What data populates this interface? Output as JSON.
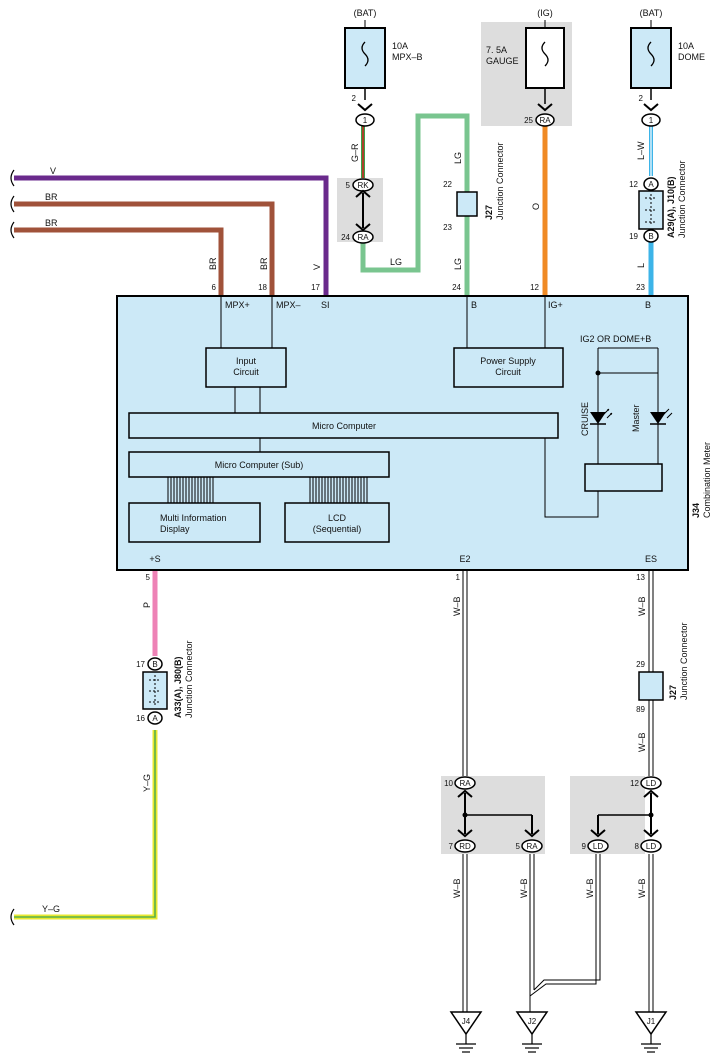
{
  "colors": {
    "v": "#6a2a8c",
    "br": "#a0523a",
    "lg": "#79c58f",
    "o": "#f08a24",
    "lw": "#3db4e8",
    "p": "#ee82b6",
    "yg_y": "#e8e830",
    "yg_g": "#5ab04a",
    "gr_g": "#3aa04a",
    "gr_r": "#d02020",
    "meter_fill": "#cce9f7",
    "shade": "#dddddd"
  },
  "fuses": [
    {
      "source": "(BAT)",
      "amp": "10A",
      "name": "MPX–B",
      "pin": "2"
    },
    {
      "source": "(IG)",
      "amp": "7. 5A",
      "name": "GAUGE",
      "pin": "25"
    },
    {
      "source": "(BAT)",
      "amp": "10A",
      "name": "DOME",
      "pin": "2"
    }
  ],
  "wires": {
    "v": "V",
    "br": "BR",
    "lg": "LG",
    "gr": "G–R",
    "o": "O",
    "lw": "L–W",
    "l": "L",
    "p": "P",
    "yg": "Y–G",
    "wb": "W–B"
  },
  "connectors": {
    "c1": "1",
    "rk": "RK",
    "ra": "RA",
    "a": "A",
    "b": "B",
    "rd": "RD",
    "ld": "LD"
  },
  "pins": {
    "p2": "2",
    "p5": "5",
    "p24": "24",
    "p22": "22",
    "p23": "23",
    "p25": "25",
    "p12": "12",
    "p19": "19",
    "p6": "6",
    "p18": "18",
    "p17": "17",
    "p1": "1",
    "p13": "13",
    "p16": "16",
    "p29": "29",
    "p89": "89",
    "p10": "10",
    "p7": "7",
    "p9": "9",
    "p8": "8"
  },
  "junctions": {
    "j27_id": "J27",
    "j27_desc": "Junction Connector",
    "a29_id": "A29(A), J10(B)",
    "a29_desc": "Junction Connector",
    "a33_id": "A33(A), J80(B)",
    "a33_desc": "Junction Connector"
  },
  "meter": {
    "id": "J34",
    "desc": "Combination Meter",
    "terminals": [
      "MPX+",
      "MPX–",
      "SI",
      "B",
      "IG+",
      "B",
      "+S",
      "E2",
      "ES"
    ],
    "input_circuit": [
      "Input",
      "Circuit"
    ],
    "power_supply": [
      "Power Supply",
      "Circuit"
    ],
    "micro": "Micro Computer",
    "micro_sub": "Micro Computer (Sub)",
    "mid": [
      "Multi Information",
      "Display"
    ],
    "lcd": [
      "LCD",
      "(Sequential)"
    ],
    "ig2": "IG2 OR DOME+B",
    "cruise": "CRUISE",
    "master": "Master"
  },
  "grounds": [
    "J4",
    "J2",
    "J1"
  ]
}
